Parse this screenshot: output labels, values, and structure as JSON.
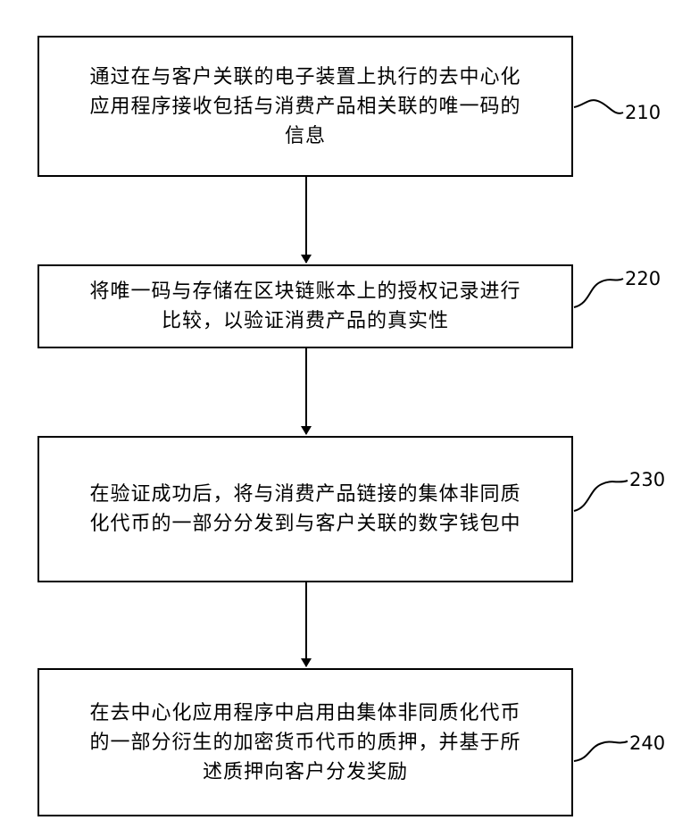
{
  "steps": [
    {
      "id": "210",
      "label": "210",
      "lines": [
        "通过在与客户关联的电子装置上执行的去中心化",
        "应用程序接收包括与消费产品相关联的唯一码的",
        "信息"
      ]
    },
    {
      "id": "220",
      "label": "220",
      "lines": [
        "将唯一码与存储在区块链账本上的授权记录进行",
        "比较，以验证消费产品的真实性"
      ]
    },
    {
      "id": "230",
      "label": "230",
      "lines": [
        "在验证成功后，将与消费产品链接的集体非同质",
        "化代币的一部分分发到与客户关联的数字钱包中"
      ]
    },
    {
      "id": "240",
      "label": "240",
      "lines": [
        "在去中心化应用程序中启用由集体非同质化代币",
        "的一部分衍生的加密货币代币的质押，并基于所",
        "述质押向客户分发奖励"
      ]
    }
  ],
  "colors": {
    "stroke": "#000000",
    "background": "#ffffff"
  }
}
